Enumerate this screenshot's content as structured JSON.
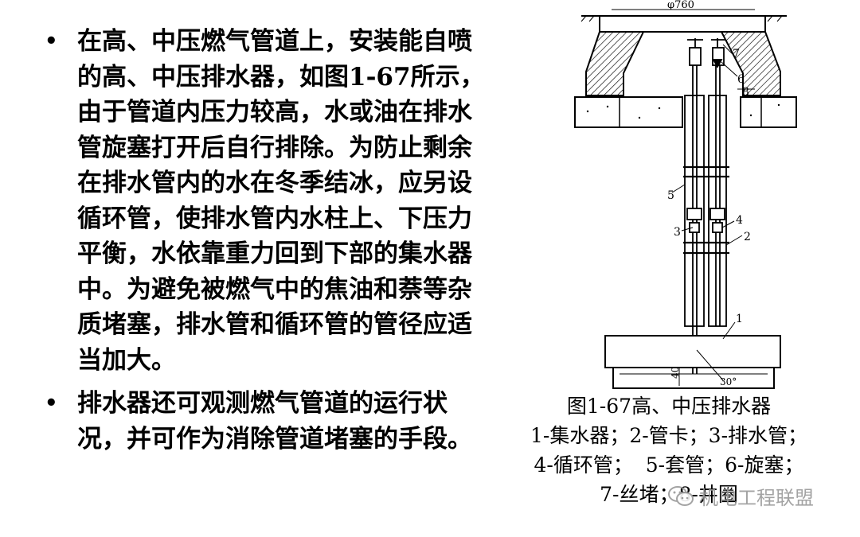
{
  "bullets": [
    {
      "text": "在高、中压燃气管道上，安装能自喷的高、中压排水器，如图1-67所示，由于管道内压力较高，水或油在排水管旋塞打开后自行排除。为防止剩余在排水管内的水在冬季结冰，应另设循环管，使排水管内水柱上、下压力平衡，水依靠重力回到下部的集水器中。为避免被燃气中的焦油和萘等杂质堵塞，排水管和循环管的管径应适当加大。"
    },
    {
      "text": "排水器还可观测燃气管道的运行状况，并可作为消除管道堵塞的手段。"
    }
  ],
  "figure": {
    "dim_top": "φ760",
    "dim_40": "40",
    "dim_angle": "30°",
    "labels": [
      "1",
      "2",
      "3",
      "4",
      "5",
      "6",
      "7",
      "8"
    ]
  },
  "caption": {
    "title": "图1-67高、中压排水器",
    "line1": "1-集水器；2-管卡；3-排水管；",
    "line2": "4-循环管；  5-套管；6-旋塞；",
    "line3": "7-丝堵；8-井圈"
  },
  "watermark": {
    "text": "机电工程联盟",
    "icon": "wechat-icon"
  }
}
